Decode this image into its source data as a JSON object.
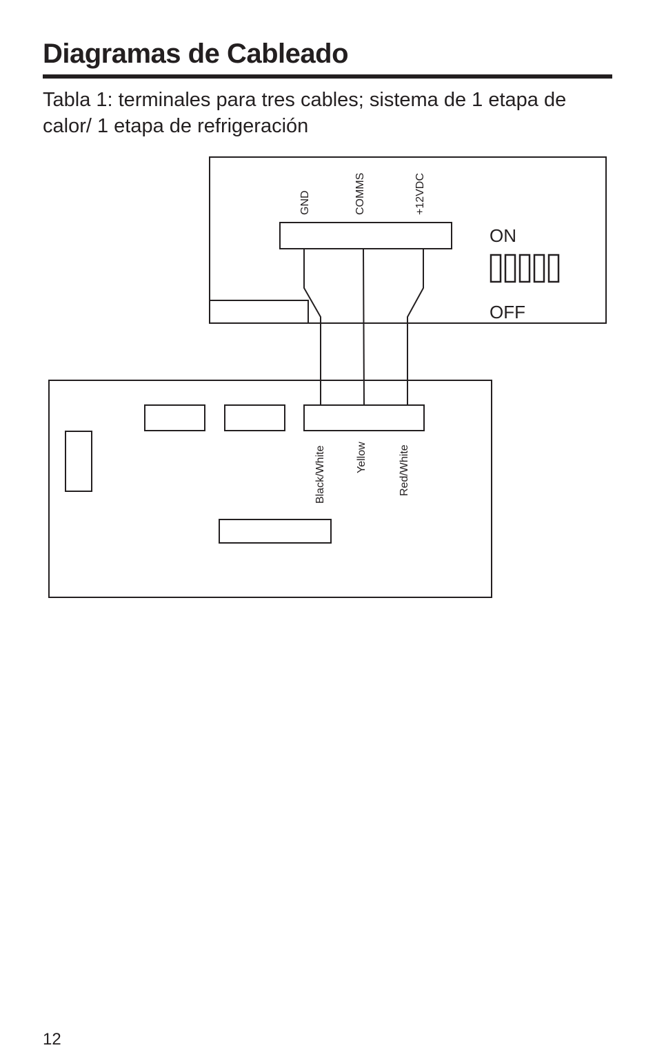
{
  "page": {
    "title": "Diagramas de Cableado",
    "subtitle": "Tabla 1: terminales para tres cables; sistema de 1 etapa de calor/ 1 etapa de refrigeración",
    "page_number": "12"
  },
  "diagram": {
    "upper_board": {
      "terminals": [
        {
          "label": "GND"
        },
        {
          "label": "COMMS"
        },
        {
          "label": "+12VDC"
        }
      ],
      "dip_switch": {
        "on_label": "ON",
        "off_label": "OFF",
        "switch_count": 5
      }
    },
    "lower_board": {
      "wires": [
        {
          "label": "Black/White"
        },
        {
          "label": "Yellow"
        },
        {
          "label": "Red/White"
        }
      ]
    },
    "colors": {
      "line": "#231f20",
      "background": "#ffffff"
    }
  }
}
